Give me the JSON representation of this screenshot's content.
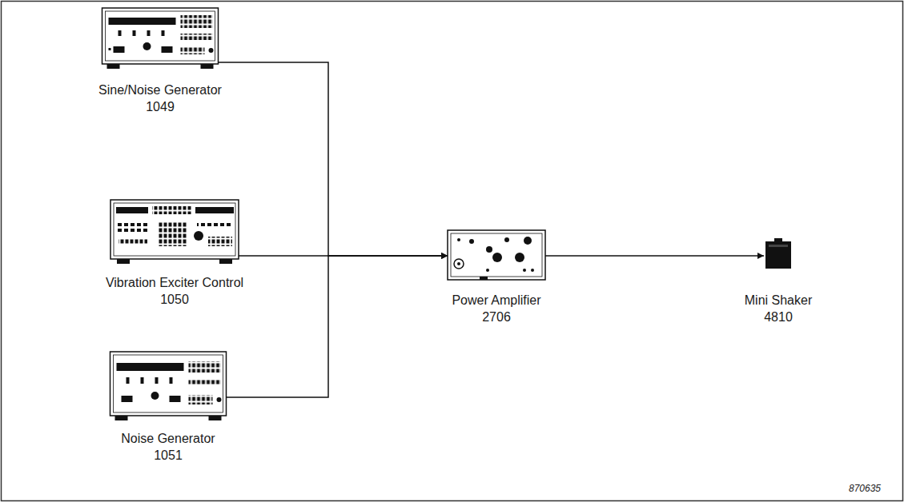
{
  "diagram": {
    "nodes": [
      {
        "text": [
          "Sine/Noise Generator 1049"
        ]
      },
      {
        "text": [
          "Vibration Exciter Control 1050"
        ]
      },
      {
        "text": [
          "Noise Generator 1051"
        ]
      },
      {
        "text": [
          "Power Amplifier 2706"
        ]
      },
      {
        "text": [
          "Mini Shaker 4810"
        ]
      }
    ],
    "edges": [
      {
        "from": 0,
        "to": 3,
        "arrow": "to"
      },
      {
        "from": 1,
        "to": 3,
        "arrow": "to"
      },
      {
        "from": 2,
        "to": 3,
        "arrow": "to"
      },
      {
        "from": 3,
        "to": 4,
        "arrow": "to"
      }
    ],
    "labels": [
      "870635"
    ]
  }
}
